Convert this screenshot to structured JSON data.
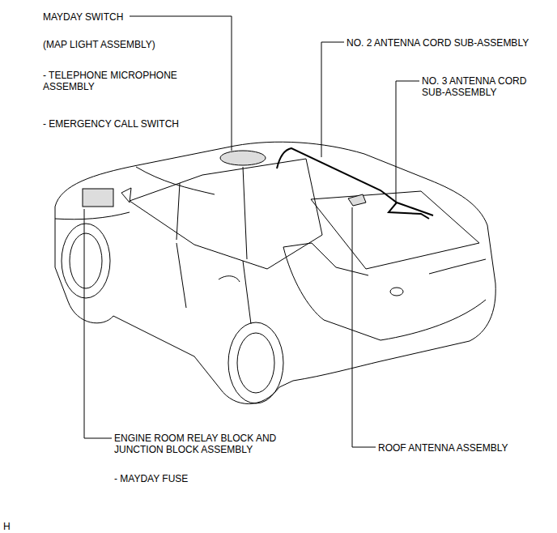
{
  "diagram": {
    "labels": [
      "MAYDAY SWITCH",
      "(MAP LIGHT ASSEMBLY)",
      "- TELEPHONE MICROPHONE ASSEMBLY",
      "- EMERGENCY CALL SWITCH",
      "NO. 2 ANTENNA CORD SUB-ASSEMBLY",
      "NO. 3 ANTENNA CORD SUB-ASSEMBLY",
      "ENGINE ROOM RELAY BLOCK AND JUNCTION BLOCK ASSEMBLY",
      "- MAYDAY FUSE",
      "ROOF ANTENNA ASSEMBLY",
      "H"
    ]
  }
}
